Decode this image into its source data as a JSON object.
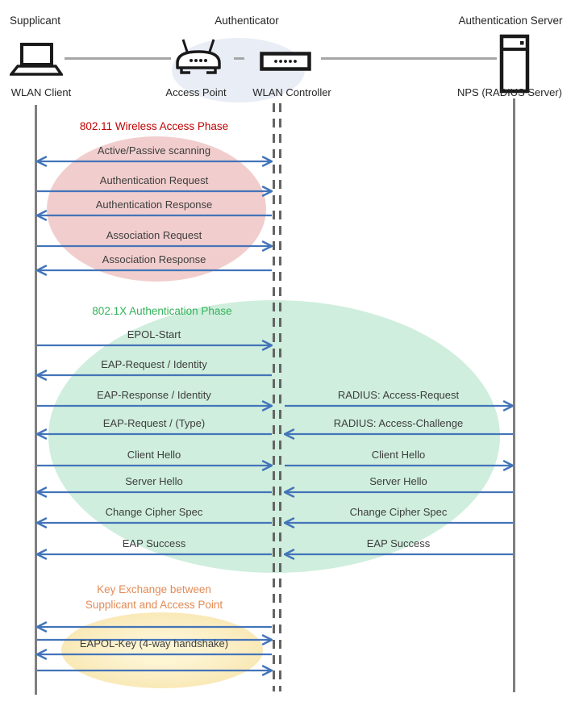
{
  "roles": [
    {
      "label": "Supplicant"
    },
    {
      "label": "Authenticator"
    },
    {
      "label": "Authentication Server"
    }
  ],
  "devices": [
    {
      "label": "WLAN Client",
      "icon": "laptop-icon"
    },
    {
      "label": "Access Point",
      "icon": "access-point-icon"
    },
    {
      "label": "WLAN Controller",
      "icon": "wlan-controller-icon"
    },
    {
      "label": "NPS (RADIUS Server)",
      "icon": "server-icon"
    }
  ],
  "phases": [
    {
      "title": "802.11 Wireless Access Phase",
      "color": "#c00000",
      "fill": "#f1cecd"
    },
    {
      "title": "802.1X Authentication Phase",
      "color": "#33b359",
      "fill": "#cfeedd"
    },
    {
      "title_line1": "Key Exchange between",
      "title_line2": "Supplicant and Access Point",
      "color": "#e28b55",
      "fill": "#f8e2a6"
    }
  ],
  "messages": [
    {
      "label": "Active/Passive scanning",
      "section": "left",
      "dir": "both"
    },
    {
      "label": "Authentication Request",
      "section": "left",
      "dir": "right"
    },
    {
      "label": "Authentication Response",
      "section": "left",
      "dir": "left"
    },
    {
      "label": "Association Request",
      "section": "left",
      "dir": "right"
    },
    {
      "label": "Association Response",
      "section": "left",
      "dir": "left"
    },
    {
      "label": "EPOL-Start",
      "section": "left",
      "dir": "right"
    },
    {
      "label": "EAP-Request / Identity",
      "section": "left",
      "dir": "left"
    },
    {
      "label": "EAP-Response / Identity",
      "section": "left",
      "dir": "right"
    },
    {
      "label": "RADIUS: Access-Request",
      "section": "right",
      "dir": "right"
    },
    {
      "label": "EAP-Request / (Type)",
      "section": "left",
      "dir": "left"
    },
    {
      "label": "RADIUS: Access-Challenge",
      "section": "right",
      "dir": "left"
    },
    {
      "label": "Client Hello",
      "section": "left",
      "dir": "right"
    },
    {
      "label": "Client Hello",
      "section": "right",
      "dir": "right"
    },
    {
      "label": "Server Hello",
      "section": "left",
      "dir": "left"
    },
    {
      "label": "Server Hello",
      "section": "right",
      "dir": "left"
    },
    {
      "label": "Change Cipher Spec",
      "section": "left",
      "dir": "left"
    },
    {
      "label": "Change Cipher Spec",
      "section": "right",
      "dir": "left"
    },
    {
      "label": "EAP Success",
      "section": "left",
      "dir": "left"
    },
    {
      "label": "EAP Success",
      "section": "right",
      "dir": "left"
    },
    {
      "label": "",
      "section": "left",
      "dir": "left"
    },
    {
      "label": "",
      "section": "left",
      "dir": "right"
    },
    {
      "label": "EAPOL-Key (4-way handshake)",
      "section": "left",
      "dir": "left"
    },
    {
      "label": "",
      "section": "left",
      "dir": "right"
    }
  ],
  "colors": {
    "arrow": "#4374b9",
    "lifeline": "#7f7f7f",
    "dashed_lifeline": "#646464",
    "connector": "#a6a6a6",
    "header_ellipse": "#e9edf6"
  }
}
